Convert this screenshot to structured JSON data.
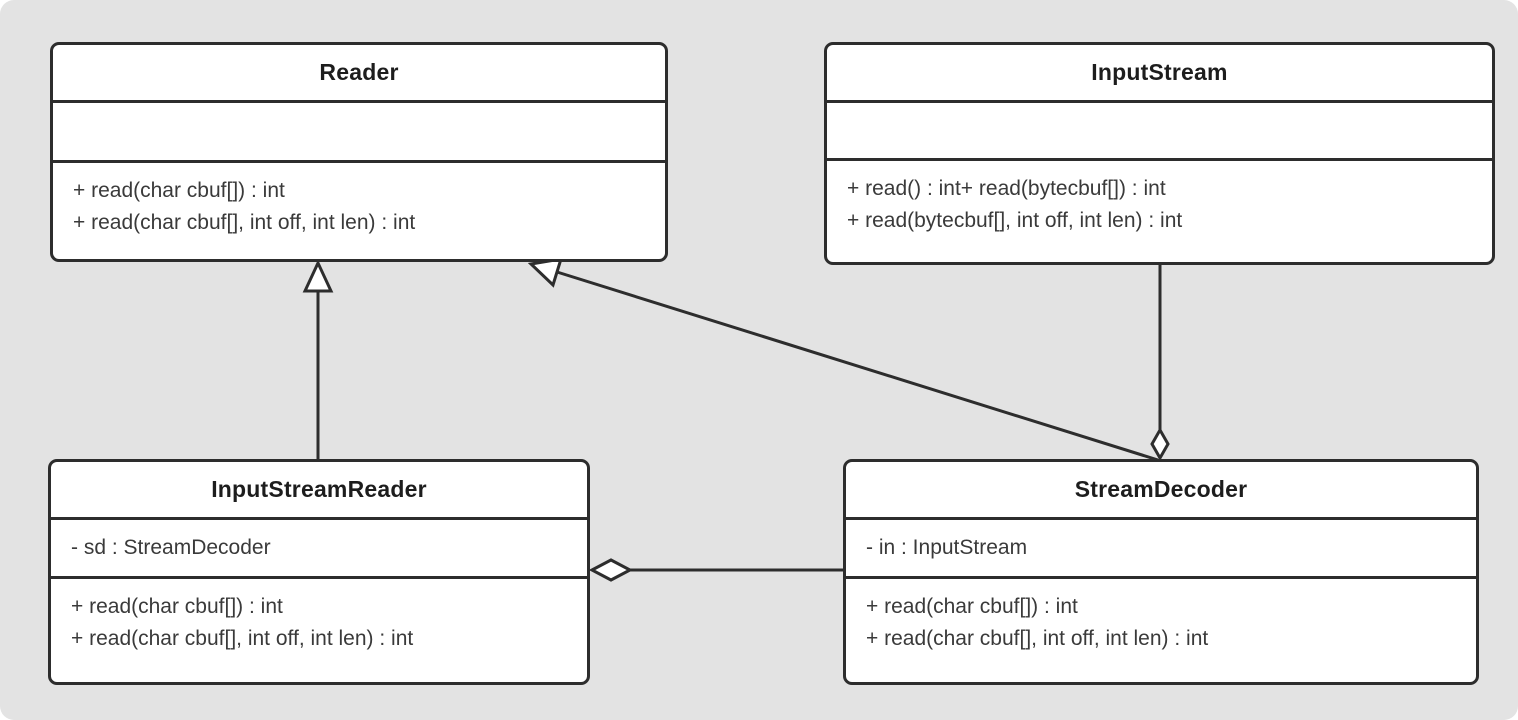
{
  "diagram": {
    "kind": "uml-class-diagram",
    "background_color": "#e3e3e3",
    "box_fill_color": "#ffffff",
    "box_border_color": "#2d2d2d",
    "title_text_color": "#1d1d1d",
    "body_text_color": "#3a3a3a",
    "connector_color": "#2d2d2d"
  },
  "classes": [
    {
      "name": "Reader",
      "attributes": [],
      "methods": [
        "+ read(char cbuf[]) : int",
        "+ read(char cbuf[], int off, int len) : int"
      ]
    },
    {
      "name": "InputStream",
      "attributes": [],
      "methods": [
        "+ read() : int+ read(bytecbuf[]) : int",
        "+ read(bytecbuf[], int off, int len) : int"
      ]
    },
    {
      "name": "InputStreamReader",
      "attributes": [
        "- sd : StreamDecoder"
      ],
      "methods": [
        "+ read(char cbuf[]) : int",
        "+ read(char cbuf[], int off, int len) : int"
      ]
    },
    {
      "name": "StreamDecoder",
      "attributes": [
        "- in : InputStream"
      ],
      "methods": [
        "+ read(char cbuf[]) : int",
        "+ read(char cbuf[], int off, int len) : int"
      ]
    }
  ],
  "relationships": [
    {
      "type": "generalization",
      "from": "InputStreamReader",
      "to": "Reader",
      "marker": "hollow-triangle-at-Reader"
    },
    {
      "type": "generalization",
      "from": "StreamDecoder",
      "to": "Reader",
      "marker": "hollow-triangle-at-Reader"
    },
    {
      "type": "aggregation",
      "whole": "StreamDecoder",
      "part": "InputStream",
      "marker": "hollow-diamond-at-StreamDecoder"
    },
    {
      "type": "aggregation",
      "whole": "InputStreamReader",
      "part": "StreamDecoder",
      "marker": "hollow-diamond-at-InputStreamReader"
    }
  ]
}
